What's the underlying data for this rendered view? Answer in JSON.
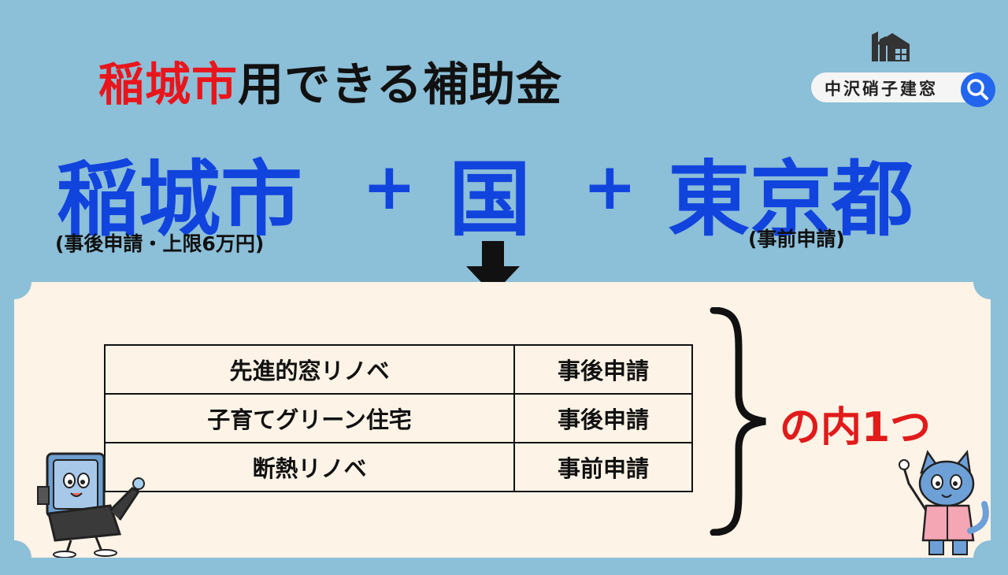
{
  "title": {
    "highlight": "稲城市",
    "rest": "用できる補助金"
  },
  "sources": {
    "city": "稲城市",
    "city_note": "(事後申請・上限6万円)",
    "plus_1": "+",
    "national": "国",
    "plus_2": "+",
    "tokyo": "東京都",
    "tokyo_note": "(事前申請)"
  },
  "logo": {
    "company_name": "中沢硝子建窓"
  },
  "programs": [
    {
      "name": "先進的窓リノベ",
      "timing": "事後申請"
    },
    {
      "name": "子育てグリーン住宅",
      "timing": "事後申請"
    },
    {
      "name": "断熱リノベ",
      "timing": "事前申請"
    }
  ],
  "choice_note": "の内1つ",
  "colors": {
    "background": "#8cbfd8",
    "panel": "#fdf3e6",
    "accent_red": "#e8161c",
    "accent_blue": "#1144dd",
    "search_blue": "#2266ee"
  },
  "icons": [
    "logo-house-icon",
    "search-icon",
    "down-arrow-icon",
    "window-mascot-icon",
    "cat-mascot-icon"
  ]
}
